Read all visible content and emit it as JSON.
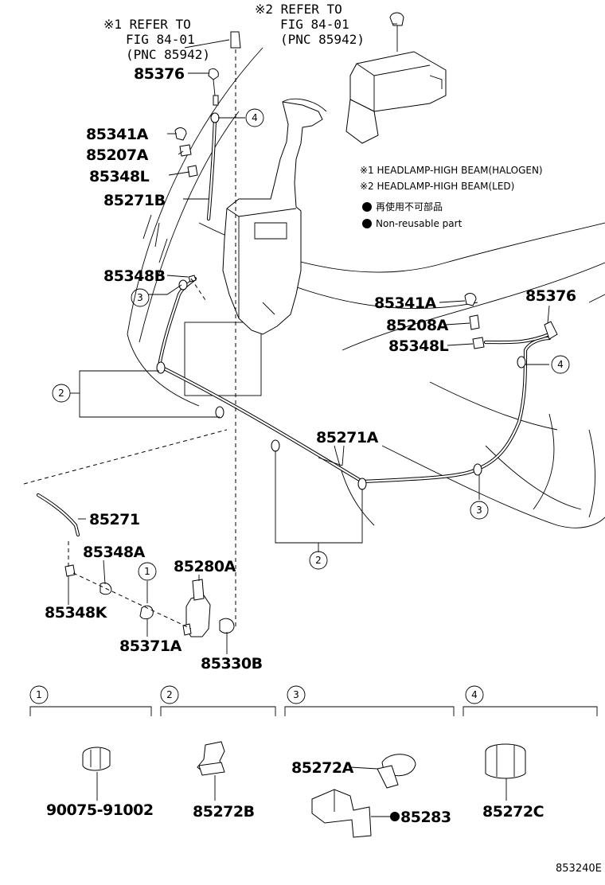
{
  "refs": {
    "ref1_line1": "※1 REFER TO",
    "ref1_line2": "FIG 84-01",
    "ref1_line3": "(PNC 85942)",
    "ref2_line1": "※2  REFER TO",
    "ref2_line2": "FIG 84-01",
    "ref2_line3": "(PNC 85942)"
  },
  "notes": {
    "note1": "※1 HEADLAMP-HIGH BEAM(HALOGEN)",
    "note2": "※2 HEADLAMP-HIGH BEAM(LED)",
    "legend_jp": "再使用不可部品",
    "legend_en": "Non-reusable part"
  },
  "part_labels": {
    "p85376_left": "85376",
    "p85341A_left": "85341A",
    "p85207A": "85207A",
    "p85348L_left": "85348L",
    "p85271B": "85271B",
    "p85348B": "85348B",
    "p85341A_right": "85341A",
    "p85208A": "85208A",
    "p85348L_right": "85348L",
    "p85376_right": "85376",
    "p85271A": "85271A",
    "p85271": "85271",
    "p85348A": "85348A",
    "p85348K": "85348K",
    "p85280A": "85280A",
    "p85371A": "85371A",
    "p85330B": "85330B",
    "p90075": "90075-91002",
    "p85272B": "85272B",
    "p85272A": "85272A",
    "p85283": "85283",
    "p85272C": "85272C"
  },
  "callouts": {
    "c1": "1",
    "c2": "2",
    "c3": "3",
    "c4": "4"
  },
  "detail_boxes": {
    "d1": "1",
    "d2": "2",
    "d3": "3",
    "d4": "4"
  },
  "figure_number": "853240E"
}
